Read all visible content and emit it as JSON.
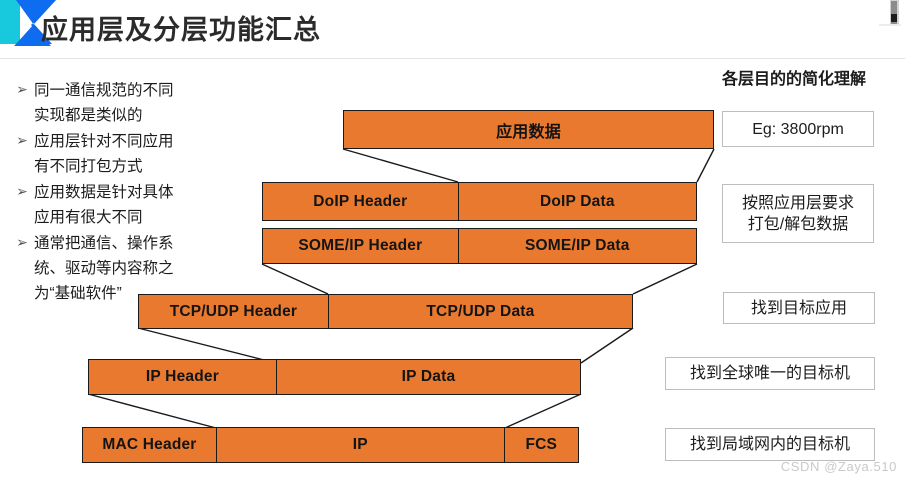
{
  "header": {
    "title": "应用层及分层功能汇总",
    "logo_icon": "chevron-logo",
    "corner_icon": "corner-logo-fragment"
  },
  "bullets": {
    "marker": "➢",
    "items": [
      "同一通信规范的不同\n实现都是类似的",
      "应用层针对不同应用\n有不同打包方式",
      "应用数据是针对具体\n应用有很大不同",
      "通常把通信、操作系\n统、驱动等内容称之\n为“基础软件”"
    ]
  },
  "diagram": {
    "accent_color": "#E8792E",
    "border_color": "#1a1a1a",
    "rows": [
      {
        "name": "application-data",
        "cells": [
          {
            "label": "应用数据",
            "cjk": true,
            "flex": 1
          }
        ]
      },
      {
        "name": "doip",
        "cells": [
          {
            "label": "DoIP Header",
            "cjk": false,
            "flex": 196
          },
          {
            "label": "DoIP Data",
            "cjk": false,
            "flex": 239
          }
        ]
      },
      {
        "name": "someip",
        "cells": [
          {
            "label": "SOME/IP Header",
            "cjk": false,
            "flex": 196
          },
          {
            "label": "SOME/IP Data",
            "cjk": false,
            "flex": 239
          }
        ]
      },
      {
        "name": "tcp-udp",
        "cells": [
          {
            "label": "TCP/UDP Header",
            "cjk": false,
            "flex": 190
          },
          {
            "label": "TCP/UDP Data",
            "cjk": false,
            "flex": 305
          }
        ]
      },
      {
        "name": "ip",
        "cells": [
          {
            "label": "IP Header",
            "cjk": false,
            "flex": 188
          },
          {
            "label": "IP Data",
            "cjk": false,
            "flex": 305
          }
        ]
      },
      {
        "name": "mac",
        "cells": [
          {
            "label": "MAC Header",
            "cjk": false,
            "flex": 134
          },
          {
            "label": "IP",
            "cjk": false,
            "flex": 289
          },
          {
            "label": "FCS",
            "cjk": false,
            "flex": 74
          }
        ]
      }
    ]
  },
  "annotations": {
    "heading": "各层目的的简化理解",
    "notes": [
      "Eg: 3800rpm",
      "按照应用层要求\n打包/解包数据",
      "找到目标应用",
      "找到全球唯一的目标机",
      "找到局域网内的目标机"
    ]
  },
  "watermark": "CSDN @Zaya.510"
}
